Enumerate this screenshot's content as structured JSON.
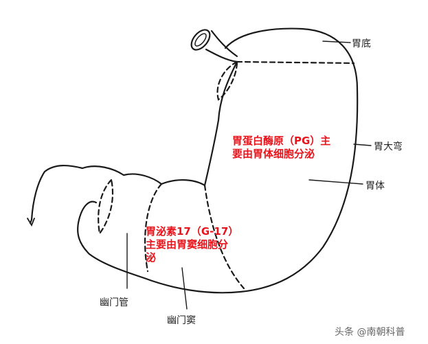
{
  "labels": {
    "fundus": "胃底",
    "greater_curvature": "胃大弯",
    "body": "胃体",
    "pyloric_canal": "幽门管",
    "pyloric_antrum": "幽门窦"
  },
  "annotations": {
    "pg_line1": "胃蛋白酶原（PG）主",
    "pg_line2": "要由胃体细胞分泌",
    "g17_line1": "胃泌素17（G-17）",
    "g17_line2": "主要由胃窦细胞分",
    "g17_line3": "泌"
  },
  "watermark": "头条 @南朝科普",
  "colors": {
    "annotation": "#e8141b",
    "outline": "#1a1a1a"
  }
}
